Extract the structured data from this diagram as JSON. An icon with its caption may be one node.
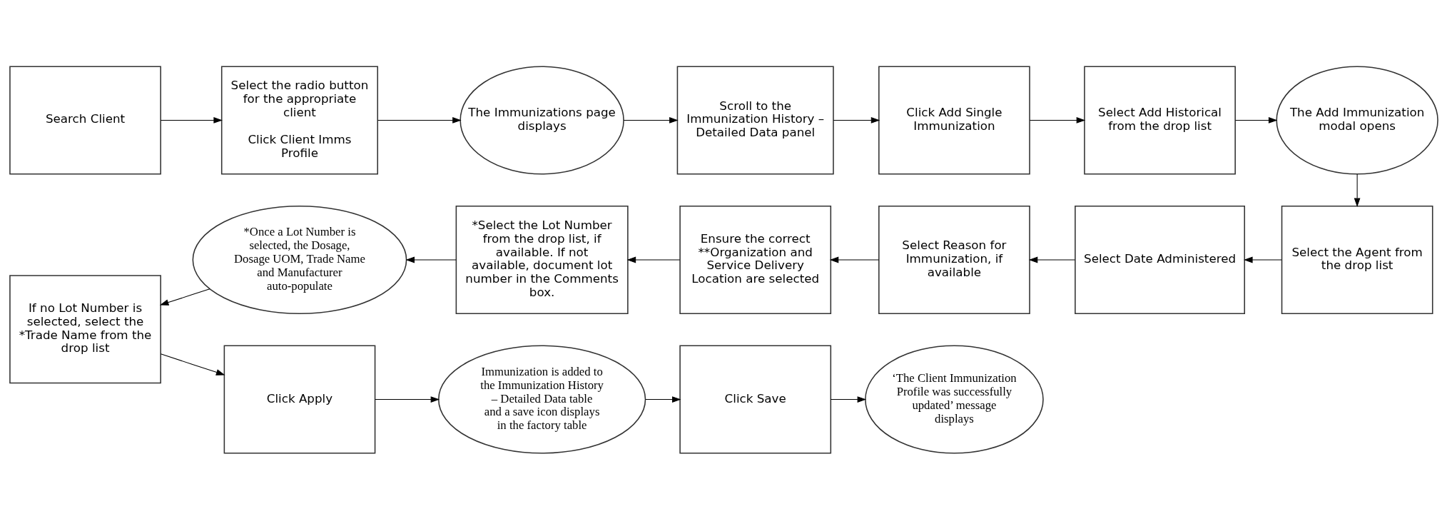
{
  "diagram": {
    "nodes": [
      {
        "text": [
          "Search Client"
        ]
      },
      {
        "text": [
          "Select the radio button for the appropriate client",
          "Click Client Imms Profile"
        ]
      },
      {
        "text": [
          "The Immunizations page displays"
        ]
      },
      {
        "text": [
          "Scroll to the Immunization History – Detailed Data panel"
        ]
      },
      {
        "text": [
          "Click Add Single Immunization"
        ]
      },
      {
        "text": [
          "Select Add Historical from the drop list"
        ]
      },
      {
        "text": [
          "The Add Immunization modal opens"
        ]
      },
      {
        "text": [
          "Select the Agent from the drop list"
        ]
      },
      {
        "text": [
          "Select Date Administered"
        ]
      },
      {
        "text": [
          "Select Reason for Immunization, if available"
        ]
      },
      {
        "text": [
          "Ensure the correct **Organization and Service Delivery Location are selected"
        ]
      },
      {
        "text": [
          "*Select the Lot Number from the drop list, if available. If not available, document lot number in the Comments box."
        ]
      },
      {
        "text": [
          "*Once a Lot Number is selected, the Dosage, Dosage UOM, Trade Name and Manufacturer auto-populate"
        ]
      },
      {
        "text": [
          "If no Lot Number is selected, select the *Trade Name from the drop list"
        ]
      },
      {
        "text": [
          "Click Apply"
        ]
      },
      {
        "text": [
          "Immunization is added to the Immunization History – Detailed Data table and a save icon displays in the factory table"
        ]
      },
      {
        "text": [
          "Click Save"
        ]
      },
      {
        "text": [
          "‘The Client Immunization Profile was successfully updated’ message displays"
        ]
      }
    ],
    "edges": [
      {
        "from": 0,
        "to": 1,
        "arrow": "to"
      },
      {
        "from": 1,
        "to": 2,
        "arrow": "to"
      },
      {
        "from": 2,
        "to": 3,
        "arrow": "to"
      },
      {
        "from": 3,
        "to": 4,
        "arrow": "to"
      },
      {
        "from": 4,
        "to": 5,
        "arrow": "to"
      },
      {
        "from": 5,
        "to": 6,
        "arrow": "to"
      },
      {
        "from": 6,
        "to": 7,
        "arrow": "to"
      },
      {
        "from": 7,
        "to": 8,
        "arrow": "to"
      },
      {
        "from": 8,
        "to": 9,
        "arrow": "to"
      },
      {
        "from": 9,
        "to": 10,
        "arrow": "to"
      },
      {
        "from": 10,
        "to": 11,
        "arrow": "to"
      },
      {
        "from": 11,
        "to": 12,
        "arrow": "to"
      },
      {
        "from": 12,
        "to": 13,
        "arrow": "to"
      },
      {
        "from": 13,
        "to": 14,
        "arrow": "to"
      },
      {
        "from": 14,
        "to": 15,
        "arrow": "to"
      },
      {
        "from": 15,
        "to": 16,
        "arrow": "to"
      },
      {
        "from": 16,
        "to": 17,
        "arrow": "to"
      }
    ]
  }
}
